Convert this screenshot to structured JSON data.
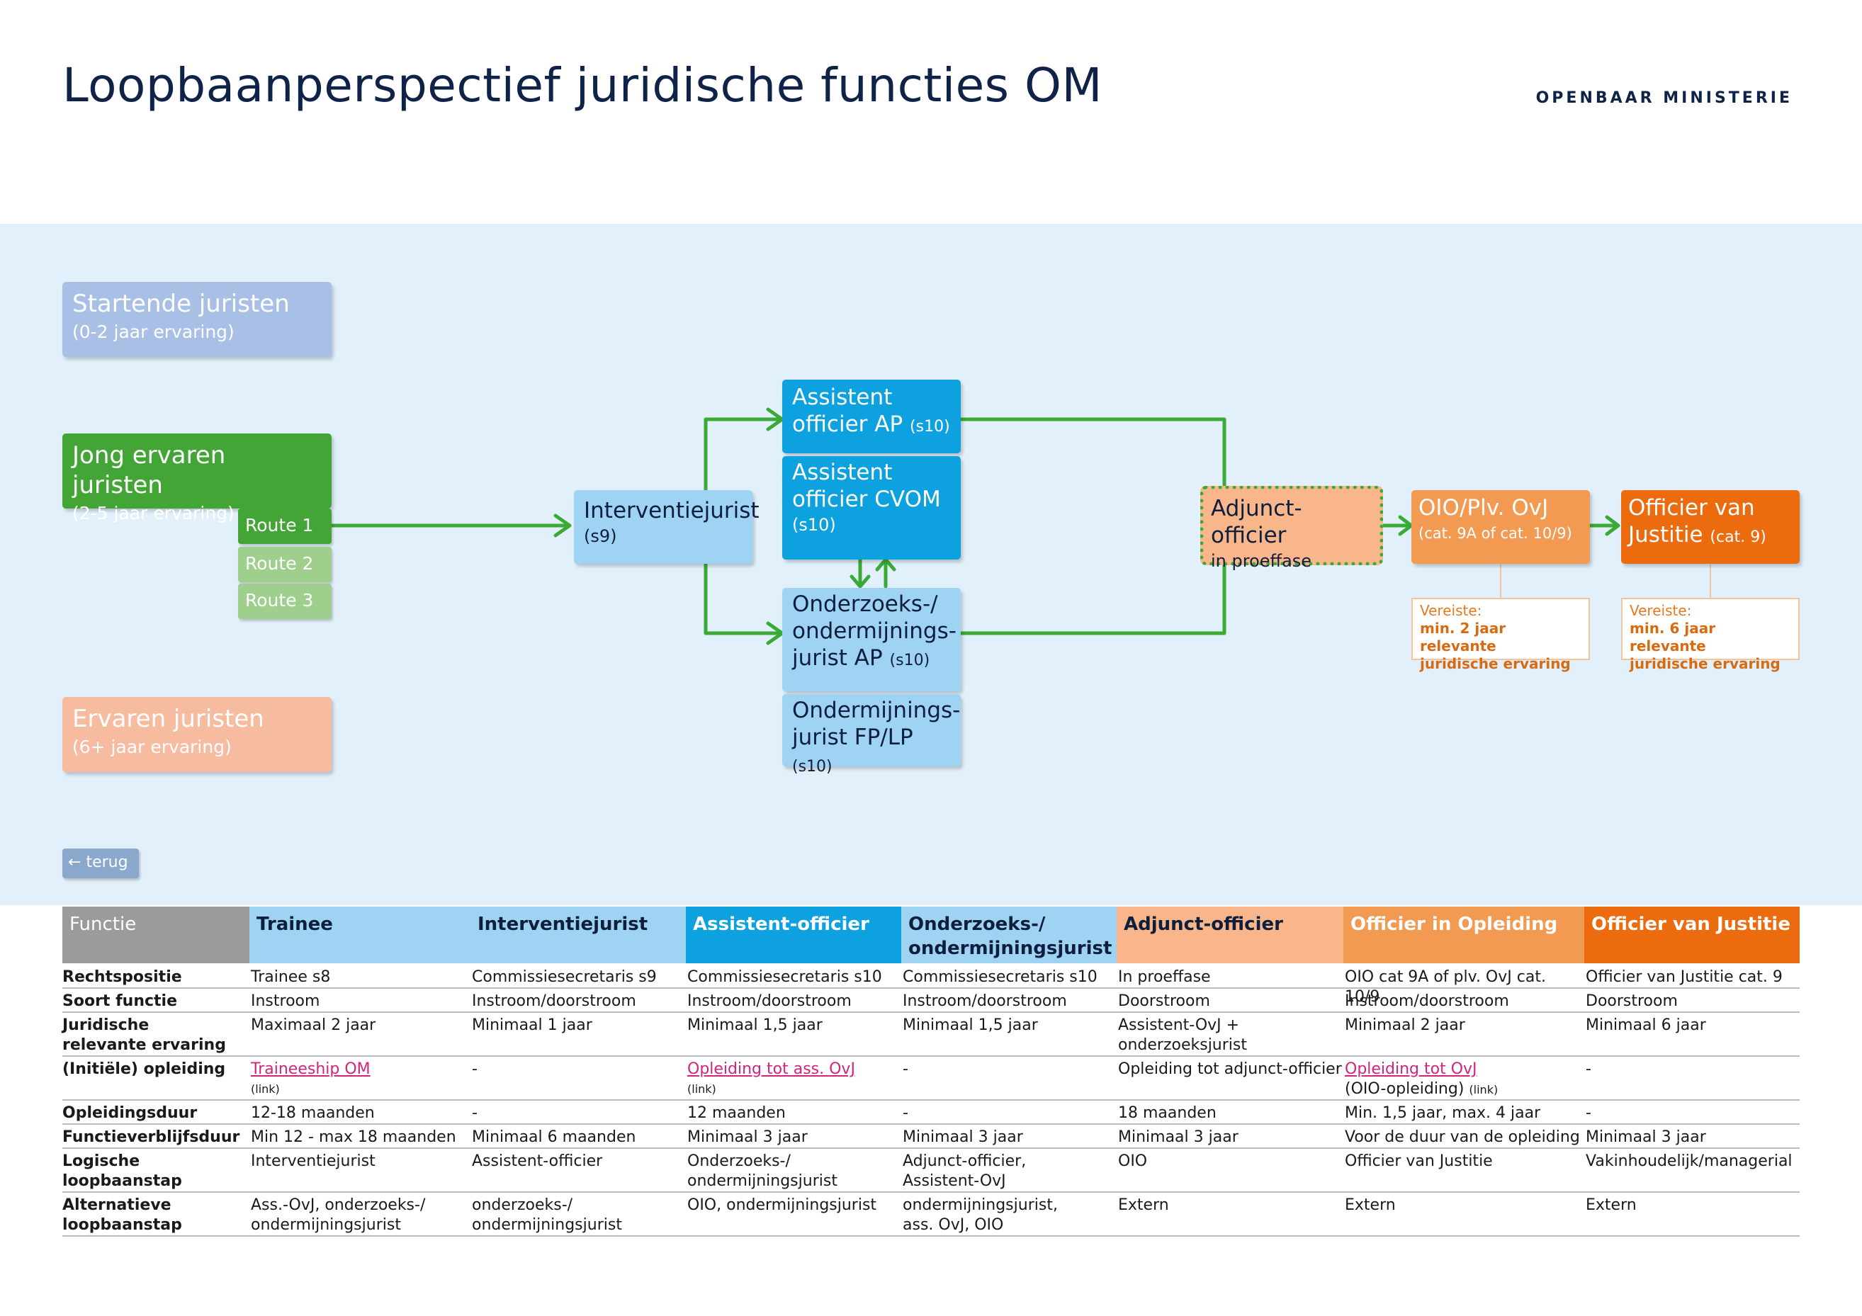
{
  "header": {
    "title": "Loopbaanperspectief juridische functies OM",
    "brand": "OPENBAAR MINISTERIE"
  },
  "categories": {
    "startend": {
      "title": "Startende juristen",
      "sub": "(0-2 jaar ervaring)",
      "color": "#a9c0e6"
    },
    "jong": {
      "title": "Jong ervaren juristen",
      "sub": "(2-5 jaar ervaring)",
      "color": "#43a536"
    },
    "ervaren": {
      "title": "Ervaren juristen",
      "sub": "(6+ jaar ervaring)",
      "color": "#f7bba0"
    }
  },
  "routes": [
    "Route 1",
    "Route 2",
    "Route 3"
  ],
  "nodes": {
    "interventie": {
      "title": "Interventiejurist",
      "sub": "(s9)"
    },
    "assistent_ap": {
      "line1": "Assistent",
      "line2": "officier AP",
      "suffix": "(s10)"
    },
    "assistent_cvom": {
      "line1": "Assistent",
      "line2": "officier CVOM",
      "sub": "(s10)"
    },
    "onderzoeks": {
      "line1": "Onderzoeks-/",
      "line2": "ondermijnings-",
      "line3": "jurist AP",
      "suffix": "(s10)"
    },
    "ondermijnings": {
      "line1": "Ondermijnings-",
      "line2": "jurist FP/LP",
      "suffix": "(s10)"
    },
    "adjunct": {
      "title": "Adjunct-officier",
      "sub": "in proeffase"
    },
    "oio": {
      "title": "OIO/Plv. OvJ",
      "sub": "(cat. 9A of cat. 10/9)"
    },
    "ovj": {
      "line1": "Officier van",
      "line2": "Justitie",
      "suffix": "(cat. 9)"
    }
  },
  "requirements": {
    "oio": {
      "label": "Vereiste:",
      "text1": "min. 2 jaar relevante",
      "text2": "juridische ervaring"
    },
    "ovj": {
      "label": "Vereiste:",
      "text1": "min. 6 jaar relevante",
      "text2": "juridische ervaring"
    }
  },
  "back_button": {
    "icon": "arrow-left-icon",
    "label": "terug"
  },
  "colors": {
    "band": "#e1f0fa",
    "arrow": "#3aaa35",
    "light_blue": "#9fd3f3",
    "mid_blue": "#0ea1e0",
    "adjunct": "#f8b68a",
    "oio": "#f39a52",
    "ovj": "#ec6b0f",
    "functie_header": "#9b9b9b",
    "link": "#d4237a"
  },
  "table": {
    "columns": [
      {
        "label": "Functie",
        "color": "#9b9b9b",
        "text_color": "#ffffff"
      },
      {
        "label": "Trainee",
        "color": "#9fd3f3",
        "text_color": "#0d1f3c"
      },
      {
        "label": "Interventiejurist",
        "color": "#9fd3f3",
        "text_color": "#0d1f3c"
      },
      {
        "label": "Assistent-officier",
        "color": "#0ea1e0",
        "text_color": "#ffffff"
      },
      {
        "label": "Onderzoeks-/ ondermijningsjurist",
        "color": "#9fd3f3",
        "text_color": "#0d1f3c"
      },
      {
        "label": "Adjunct-officier",
        "color": "#f8b68a",
        "text_color": "#0d1f3c"
      },
      {
        "label": "Officier in Opleiding",
        "color": "#f39a52",
        "text_color": "#ffffff"
      },
      {
        "label": "Officier van Justitie",
        "color": "#ec6b0f",
        "text_color": "#ffffff"
      }
    ],
    "rows": [
      {
        "label": "Rechtspositie",
        "cells": [
          "Trainee s8",
          "Commissiesecretaris s9",
          "Commissiesecretaris s10",
          "Commissiesecretaris s10",
          "In proeffase",
          "OIO cat 9A of plv. OvJ cat. 10/9",
          "Officier van Justitie cat. 9"
        ]
      },
      {
        "label": "Soort functie",
        "cells": [
          "Instroom",
          "Instroom/doorstroom",
          "Instroom/doorstroom",
          "Instroom/doorstroom",
          "Doorstroom",
          "Instroom/doorstroom",
          "Doorstroom"
        ]
      },
      {
        "label": "Juridische relevante ervaring",
        "cells": [
          "Maximaal 2 jaar",
          "Minimaal 1 jaar",
          "Minimaal 1,5 jaar",
          "Minimaal 1,5 jaar",
          "Assistent-OvJ + onderzoeksjurist",
          "Minimaal 2 jaar",
          "Minimaal 6 jaar"
        ]
      },
      {
        "label": "(Initiële) opleiding",
        "cells": [
          "",
          "-",
          "",
          "-",
          "Opleiding tot adjunct-officier",
          "",
          "-"
        ],
        "links": {
          "trainee": {
            "text": "Traineeship OM",
            "note": "(link)"
          },
          "assistent": {
            "text": "Opleiding tot ass. OvJ",
            "note": "(link)"
          },
          "oio": {
            "text": "Opleiding tot OvJ",
            "extra": "(OIO-opleiding)",
            "note": "(link)"
          }
        }
      },
      {
        "label": "Opleidingsduur",
        "cells": [
          "12-18 maanden",
          "-",
          "12 maanden",
          "-",
          "18 maanden",
          "Min. 1,5 jaar, max. 4 jaar",
          "-"
        ]
      },
      {
        "label": "Functieverblijfsduur",
        "cells": [
          "Min 12 - max 18 maanden",
          "Minimaal 6 maanden",
          "Minimaal 3 jaar",
          "Minimaal 3 jaar",
          "Minimaal 3 jaar",
          "Voor de duur van de opleiding",
          "Minimaal 3 jaar"
        ]
      },
      {
        "label": "Logische loopbaanstap",
        "cells": [
          "Interventiejurist",
          "Assistent-officier",
          "Onderzoeks-/ ondermijningsjurist",
          "Adjunct-officier, Assistent-OvJ",
          "OIO",
          "Officier van Justitie",
          "Vakinhoudelijk/managerial"
        ]
      },
      {
        "label": "Alternatieve loopbaanstap",
        "cells": [
          "Ass.-OvJ, onderzoeks-/ ondermijningsjurist",
          "onderzoeks-/ ondermijningsjurist",
          "OIO, ondermijningsjurist",
          "ondermijningsjurist, ass. OvJ, OIO",
          "Extern",
          "Extern",
          "Extern"
        ]
      }
    ]
  }
}
